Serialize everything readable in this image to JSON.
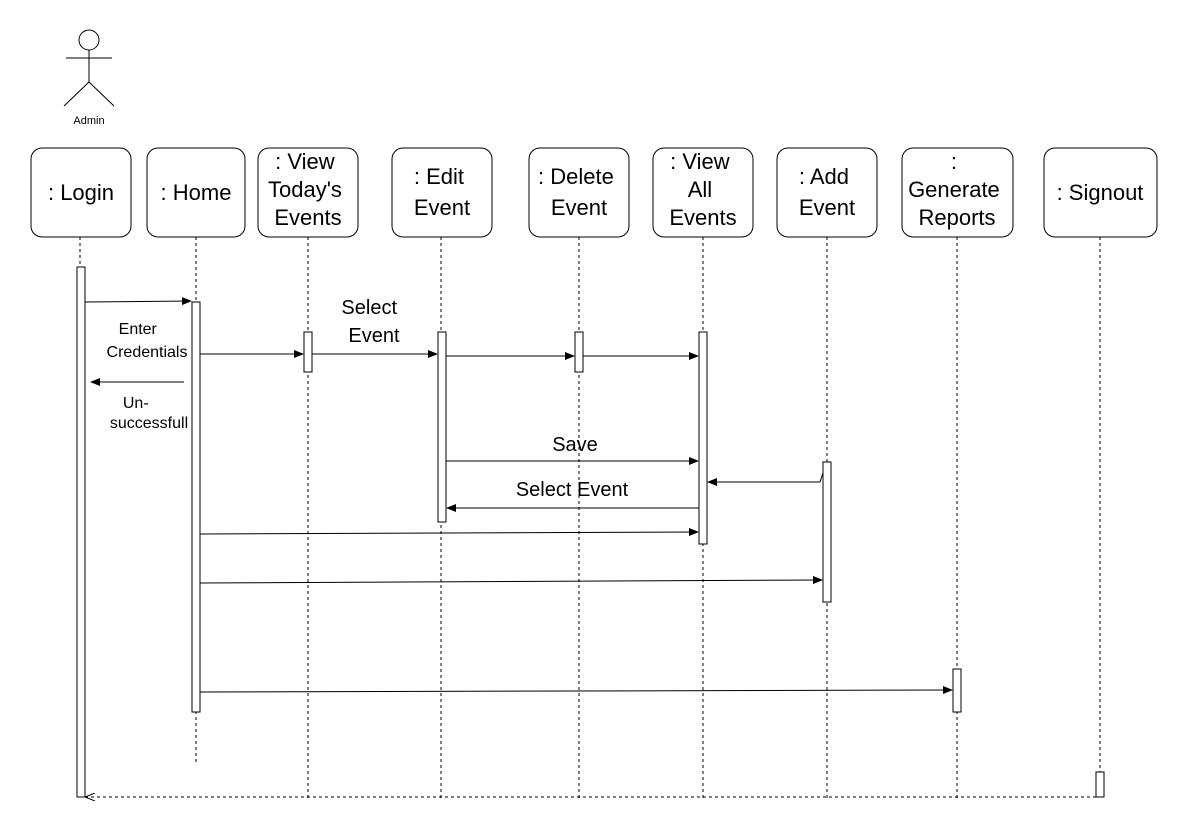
{
  "actor": {
    "label": "Admin"
  },
  "lifelines": [
    {
      "id": "login",
      "lines": [
        ": Login"
      ]
    },
    {
      "id": "home",
      "lines": [
        ": Home"
      ]
    },
    {
      "id": "view-today",
      "lines": [
        ": View",
        "Today's",
        "Events"
      ]
    },
    {
      "id": "edit-event",
      "lines": [
        ": Edit",
        "Event"
      ]
    },
    {
      "id": "delete-event",
      "lines": [
        ": Delete",
        "Event"
      ]
    },
    {
      "id": "view-all",
      "lines": [
        ": View",
        "All",
        "Events"
      ]
    },
    {
      "id": "add-event",
      "lines": [
        ": Add",
        "Event"
      ]
    },
    {
      "id": "generate-reports",
      "lines": [
        ":",
        "Generate",
        "Reports"
      ]
    },
    {
      "id": "signout",
      "lines": [
        ": Signout"
      ]
    }
  ],
  "messages": [
    {
      "id": "enter-credentials",
      "lines": [
        "Enter",
        "Credentials"
      ]
    },
    {
      "id": "unsuccessful",
      "lines": [
        "Un-",
        "successfull"
      ]
    },
    {
      "id": "select-event-1",
      "lines": [
        "Select",
        "Event"
      ]
    },
    {
      "id": "save",
      "lines": [
        "Save"
      ]
    },
    {
      "id": "select-event-2",
      "lines": [
        "Select Event"
      ]
    }
  ]
}
